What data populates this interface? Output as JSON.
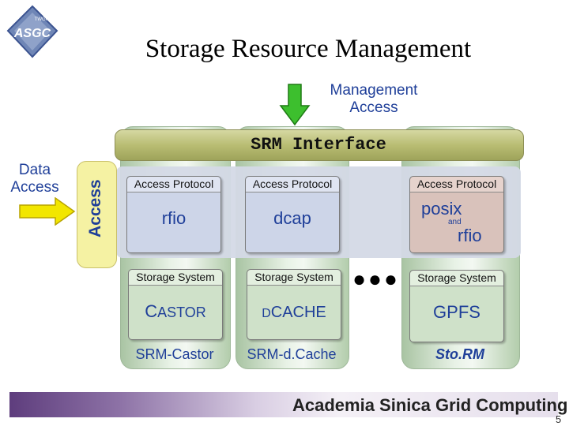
{
  "logo": {
    "text": "ASGC",
    "small_text": "TWGrid"
  },
  "title": "Storage Resource Management",
  "management_access_label": [
    "Management",
    "Access"
  ],
  "data_access_label": [
    "Data",
    "Access"
  ],
  "srm_interface": "SRM Interface",
  "access_bar": "Access",
  "columns": [
    {
      "access_protocol_label": "Access Protocol",
      "protocol": "rfio",
      "storage_system_label": "Storage System",
      "storage_first_letter": "C",
      "storage_rest": "ASTOR",
      "implementation": "SRM-Castor"
    },
    {
      "access_protocol_label": "Access Protocol",
      "protocol": "dcap",
      "storage_system_label": "Storage System",
      "storage_first_letter": "D",
      "storage_rest": "CACHE",
      "implementation": "SRM-d.Cache"
    },
    {
      "access_protocol_label": "Access Protocol",
      "protocol_line1": "posix",
      "protocol_and": "and",
      "protocol_line2": "rfio",
      "storage_system_label": "Storage System",
      "storage_name": "GPFS",
      "implementation": "Sto.RM"
    }
  ],
  "ellipsis": "●●●",
  "footer": "Academia Sinica Grid Computing",
  "page_number": "5",
  "colors": {
    "label_blue": "#1f3f99",
    "arrow_green": "#3dbf2e",
    "arrow_yellow": "#f2e600"
  }
}
